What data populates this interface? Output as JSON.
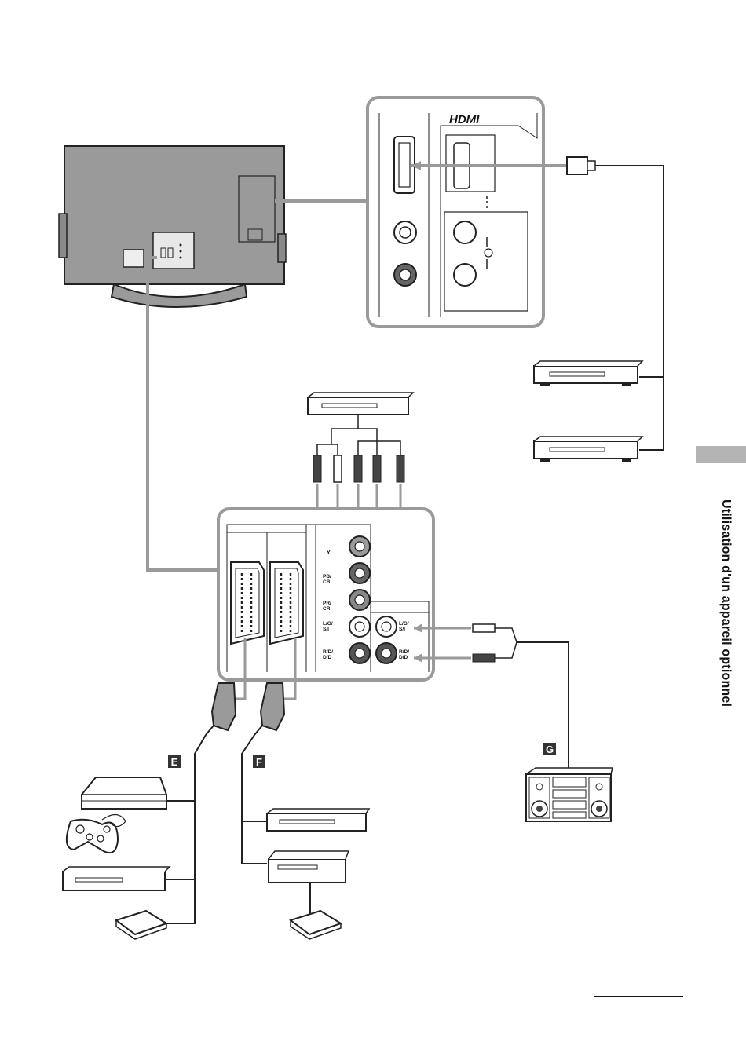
{
  "side_tab": {
    "title": "Utilisation d'un appareil optionnel"
  },
  "hdmi_panel": {
    "logo": "HDMI"
  },
  "labels": {
    "E": "E",
    "F": "F",
    "G": "G"
  },
  "jacks": {
    "y": "Y",
    "pb": "PB/\nCB",
    "pr": "PR/\nCR",
    "lgs": "L/G/\nS/I",
    "rdd": "R/D/\nD/D",
    "lgs2": "L/G/\nS/I",
    "rdd2": "R/D/\nD/D"
  },
  "icons": [
    "tv-back-icon",
    "hdmi-connector-icon",
    "scart-connector-icon",
    "rca-plug-icon",
    "dvd-player-icon",
    "game-console-icon",
    "gamepad-icon",
    "decoder-icon",
    "vcr-icon",
    "hifi-system-icon"
  ]
}
